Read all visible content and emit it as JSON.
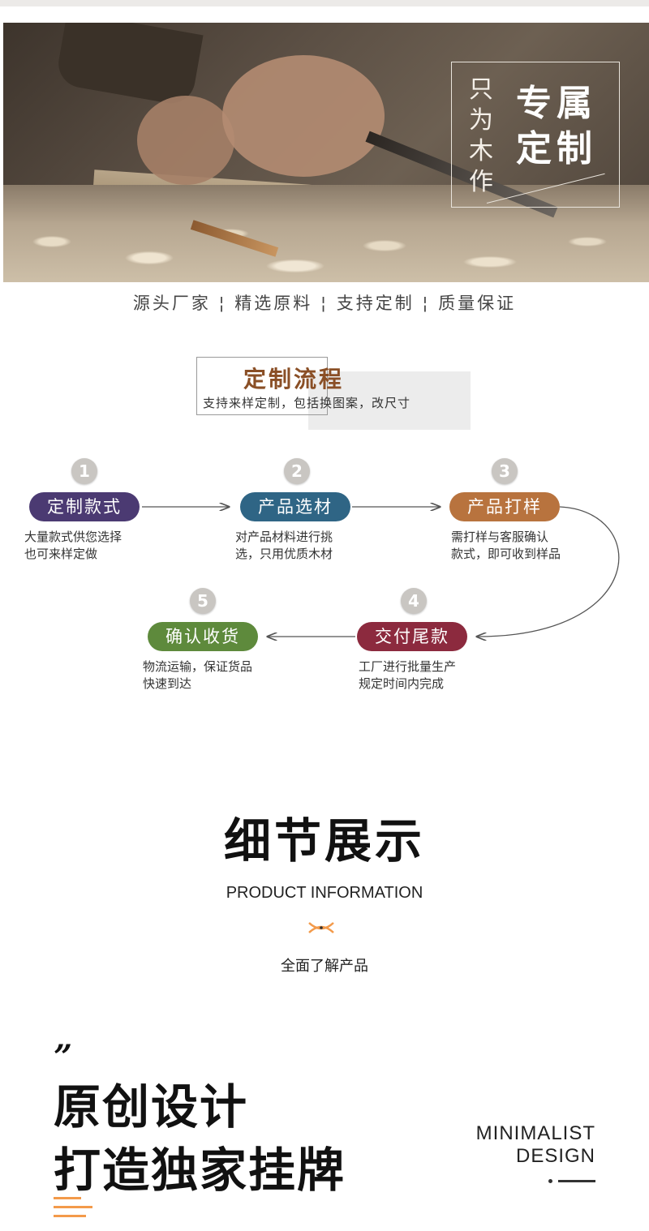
{
  "hero": {
    "tagline_small": "只为木作",
    "tagline_big": "专属定制"
  },
  "features": "源头厂家 ¦ 精选原料 ¦ 支持定制 ¦ 质量保证",
  "process": {
    "title": "定制流程",
    "subtitle": "支持来样定制，包括换图案，改尺寸",
    "steps": [
      {
        "num": "1",
        "label": "定制款式",
        "color": "#4b3a72",
        "desc_1": "大量款式供您选择",
        "desc_2": "也可来样定做"
      },
      {
        "num": "2",
        "label": "产品选材",
        "color": "#2f6585",
        "desc_1": "对产品材料进行挑",
        "desc_2": "选，只用优质木材"
      },
      {
        "num": "3",
        "label": "产品打样",
        "color": "#b8733e",
        "desc_1": "需打样与客服确认",
        "desc_2": "款式，即可收到样品"
      },
      {
        "num": "4",
        "label": "交付尾款",
        "color": "#8c2a3e",
        "desc_1": "工厂进行批量生产",
        "desc_2": "规定时间内完成"
      },
      {
        "num": "5",
        "label": "确认收货",
        "color": "#5e8a3c",
        "desc_1": "物流运输，保证货品",
        "desc_2": "快速到达"
      }
    ]
  },
  "details": {
    "title": "细节展示",
    "subtitle_en": "PRODUCT INFORMATION",
    "subtitle": "全面了解产品",
    "accent": "#f39a4a"
  },
  "design": {
    "quote_mark": "”",
    "line_1": "原创设计",
    "line_2": "打造独家挂牌",
    "en_1": "MINIMALIST",
    "en_2": "DESIGN"
  }
}
